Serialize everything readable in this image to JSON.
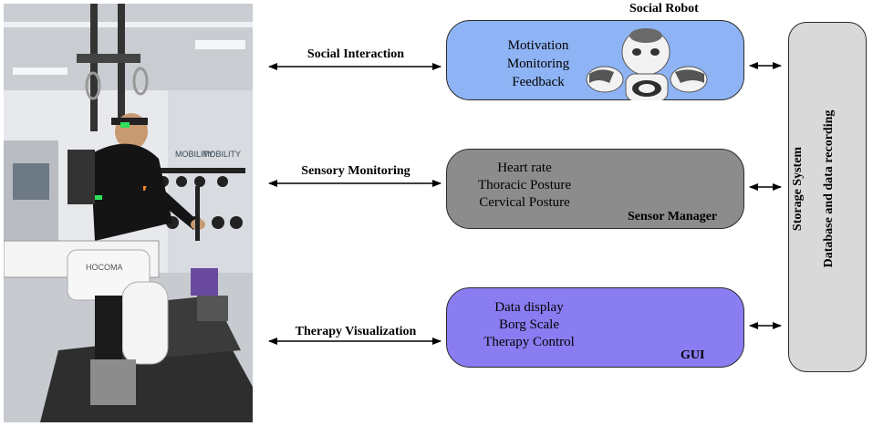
{
  "arrows": {
    "social_interaction": "Social Interaction",
    "sensory_monitoring": "Sensory Monitoring",
    "therapy_visualization": "Therapy Visualization"
  },
  "social_robot": {
    "title": "Social Robot",
    "lines": [
      "Motivation",
      "Monitoring",
      "Feedback"
    ],
    "color": "#8fb4f5"
  },
  "sensor_manager": {
    "title": "Sensor Manager",
    "lines": [
      "Heart rate",
      "Thoracic Posture",
      "Cervical Posture"
    ],
    "color": "#8c8c8c"
  },
  "gui": {
    "title": "GUI",
    "lines": [
      "Data display",
      "Borg Scale",
      "Therapy Control"
    ],
    "color": "#8a7df2"
  },
  "storage": {
    "title": "Storage System",
    "subtitle": "Database and data recording",
    "color": "#d9d9d9"
  },
  "photo": {
    "wall_text_1": "MOBILITY",
    "wall_text_2": "MOBILITY",
    "device_label": "HOCOMA"
  }
}
